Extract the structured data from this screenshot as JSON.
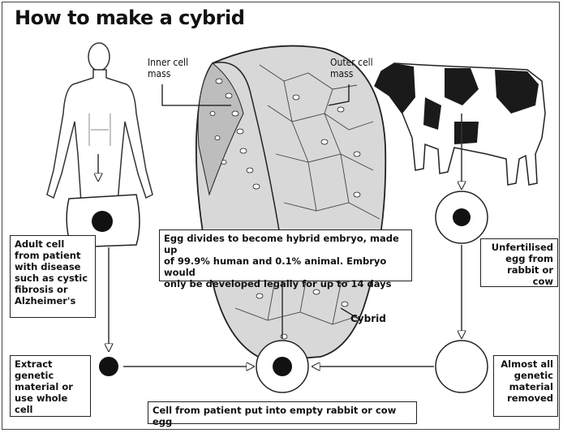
{
  "title": "How to make a cybrid",
  "labels": {
    "inner_cell_mass": "Inner cell\nmass",
    "outer_cell_mass": "Outer cell\nmass",
    "cybrid": "Cybrid"
  },
  "boxes": {
    "adult_cell": "Adult cell\nfrom patient\nwith disease\nsuch as cystic\nfibrosis or\nAlzheimer's",
    "egg_divides": "Egg divides to become hybrid embryo, made up\nof 99.9% human and 0.1% animal. Embryo would\nonly be developed legally for up to 14 days",
    "unfertilised": "Unfertilised\negg from\nrabbit or cow",
    "extract": "Extract\ngenetic\nmaterial or\nuse whole cell",
    "cell_from_patient": "Cell from patient put into empty rabbit or cow egg",
    "almost_all": "Almost all\ngenetic\nmaterial\nremoved"
  },
  "icons": [
    "human-figure-icon",
    "cow-icon",
    "embryo-illustration",
    "cell-icon"
  ],
  "colors": {
    "ink": "#111111",
    "background": "#ffffff",
    "embryo_fill": "#d8d8d8"
  }
}
